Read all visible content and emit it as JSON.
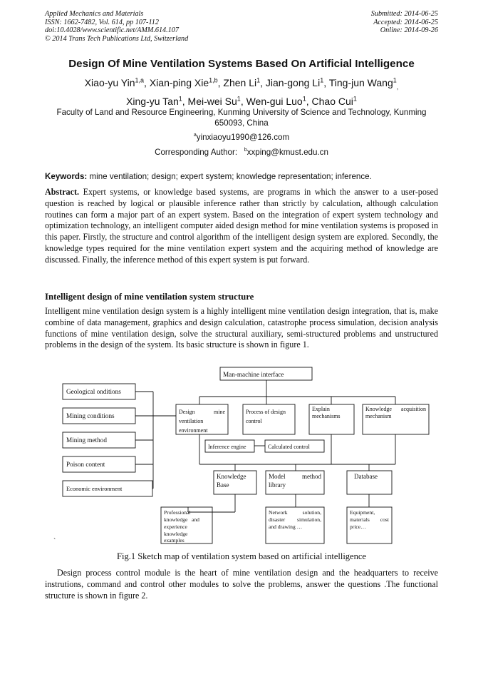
{
  "header": {
    "journal": "Applied Mechanics and Materials",
    "issn": "ISSN: 1662-7482, Vol. 614, pp 107-112",
    "doi": "doi:10.4028/www.scientific.net/AMM.614.107",
    "copyright": "© 2014 Trans Tech Publications Ltd, Switzerland",
    "submitted": "Submitted: 2014-06-25",
    "accepted": "Accepted: 2014-06-25",
    "online": "Online: 2014-09-26"
  },
  "title": "Design Of Mine Ventilation Systems Based On Artificial Intelligence",
  "authors": {
    "line1": [
      {
        "name": "Xiao-yu Yin",
        "sup": "1,a"
      },
      {
        "name": "Xian-ping Xie",
        "sup": "1,b"
      },
      {
        "name": "Zhen Li",
        "sup": "1"
      },
      {
        "name": "Jian-gong Li",
        "sup": "1"
      },
      {
        "name": "Ting-jun Wang",
        "sup": "1"
      }
    ],
    "line2": [
      {
        "name": "Xing-yu Tan",
        "sup": "1"
      },
      {
        "name": "Mei-wei Su",
        "sup": "1"
      },
      {
        "name": "Wen-gui Luo",
        "sup": "1"
      },
      {
        "name": "Chao Cui",
        "sup": "1"
      }
    ]
  },
  "affiliation": "Faculty of Land and Resource Engineering, Kunming University of Science and Technology, Kunming 650093, China",
  "email": {
    "sup": "a",
    "address": "yinxiaoyu1990@126.com"
  },
  "corresponding": {
    "label": "Corresponding Author: ",
    "sup": "b",
    "address": "xxping@kmust.edu.cn"
  },
  "keywords": {
    "label": "Keywords:",
    "text": " mine ventilation; design; expert system; knowledge representation; inference."
  },
  "abstract": {
    "label": "Abstract.",
    "text": " Expert systems, or knowledge based systems, are programs in which the answer to a user-posed question is reached by logical or plausible inference rather than strictly by calculation, although calculation routines can form a major part of an expert system. Based on the integration of expert system technology and optimization technology, an intelligent computer aided design method for mine ventilation systems is proposed in this paper. Firstly, the structure and control algorithm of the intelligent design system are explored. Secondly, the knowledge types required for the mine ventilation expert system and the acquiring method of knowledge are discussed. Finally, the inference method of this expert system is put forward."
  },
  "section_heading": "Intelligent design of mine ventilation system structure",
  "section_text": "Intelligent mine ventilation design system is a highly intelligent mine ventilation design integration, that is, make combine of data management, graphics and design calculation, catastrophe process simulation, decision analysis functions of mine ventilation design, solve the structural auxiliary, semi-structured problems and unstructured problems in the design of the system. Its basic structure is shown in figure 1.",
  "figure": {
    "top": "Man-machine interface",
    "inputs": [
      "Geological onditions",
      "Mining conditions",
      "Mining method",
      "Poison content",
      "Economic environment"
    ],
    "design_lines": [
      "Design",
      "mine",
      "ventilation",
      "environment"
    ],
    "process_lines": [
      "Process of design",
      "control"
    ],
    "explain_lines": [
      "Explain",
      "mechanisms"
    ],
    "knowledge_acq_lines": [
      "Knowledge",
      "acquisition",
      "mechanism"
    ],
    "inference": "Inference engine",
    "calculated": "Calculated control",
    "kb_lines": [
      "Knowledge",
      "Base"
    ],
    "model_lines": [
      "Model",
      "method",
      "library"
    ],
    "database": "Database",
    "prof_lines": [
      "Professional",
      "knowledge",
      "and",
      "experience",
      "knowledge",
      "examples"
    ],
    "network_lines": [
      "Network",
      "solution,",
      "disaster",
      "simulation,",
      "and drawing …"
    ],
    "equip_lines": [
      "Equipment,",
      "materials",
      "cost",
      "price…"
    ]
  },
  "stray_mark": "`",
  "caption": "Fig.1 Sketch map of ventilation system based on artificial intelligence",
  "closing_text": "Design process control module is the heart of mine ventilation design and the headquarters to receive instrutions, command and control other modules to solve the problems, answer the questions .The functional structure is shown in figure 2."
}
